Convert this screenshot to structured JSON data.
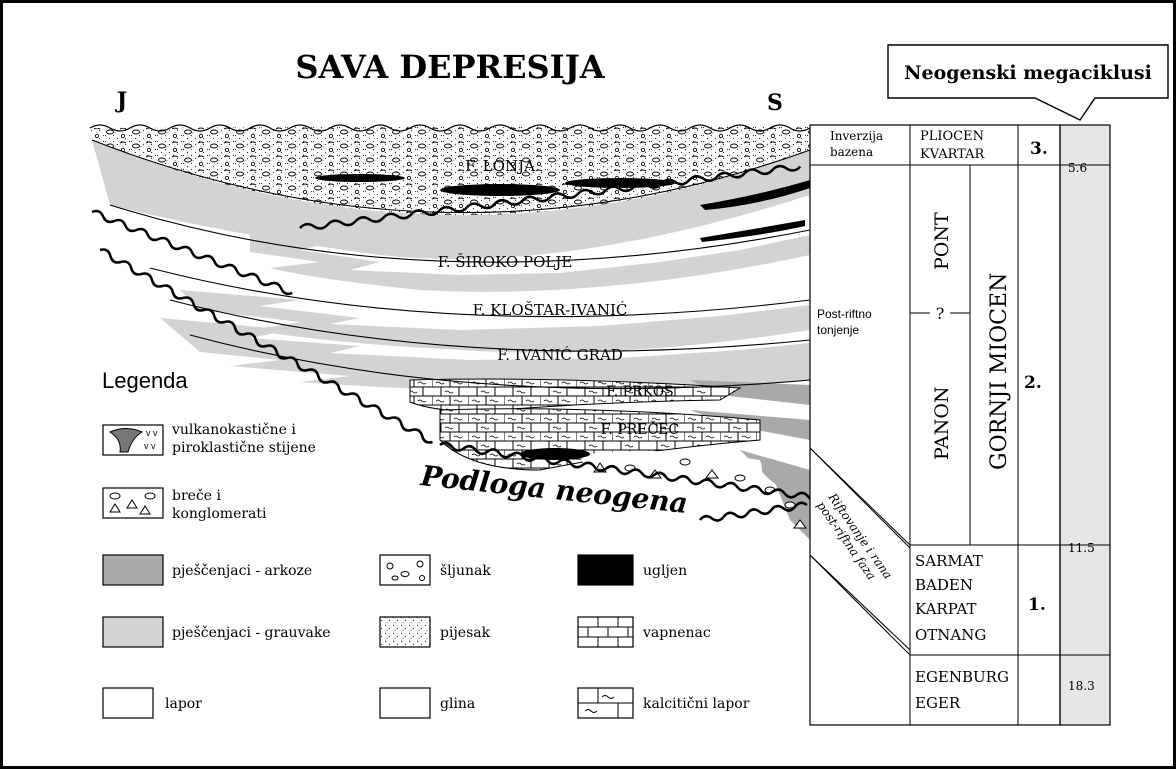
{
  "title": "SAVA DEPRESIJA",
  "direction_left": "J",
  "direction_right": "S",
  "megacycles_header": "Neogenski megaciklusi",
  "formations": {
    "lonja": "F. LONJA",
    "siroko_polje": "F. ŠIROKO POLJE",
    "klostar_ivanic": "F. KLOŠTAR-IVANIĆ",
    "ivanic_grad": "F. IVANIĆ GRAD",
    "prkos": "F. PRKOS",
    "precec": "F. PREČEC"
  },
  "basement_label": "Podloga neogena",
  "legend": {
    "title": "Legenda",
    "volcanic": [
      "vulkanokastične i",
      "piroklastične stijene"
    ],
    "breccia": [
      "breče i",
      "konglomerati"
    ],
    "arkose": "pješčenjaci - arkoze",
    "greywacke": "pješčenjaci - grauvake",
    "marl": "lapor",
    "gravel": "šljunak",
    "sand": "pijesak",
    "clay": "glina",
    "coal": "ugljen",
    "limestone": "vapnenac",
    "calcitic_marl": "kalcitični lapor"
  },
  "column": {
    "phase_inversion": [
      "Inverzija",
      "bazena"
    ],
    "phase_postrift": [
      "Post-riftno",
      "tonjenje"
    ],
    "phase_rift": [
      "Riftovanje i rana",
      "post-riftna faza"
    ],
    "epoch_pliocene": [
      "PLIOCEN",
      "KVARTAR"
    ],
    "stage_pont": "PONT",
    "stage_question": "?",
    "stage_panon": "PANON",
    "epoch_upper_miocene": "GORNJI MIOCEN",
    "stages_lower": [
      "SARMAT",
      "BADEN",
      "KARPAT",
      "OTNANG"
    ],
    "stages_lowest": [
      "EGENBURG",
      "EGER"
    ],
    "cycle_3": "3.",
    "cycle_2": "2.",
    "cycle_1": "1.",
    "ages": [
      "5.6",
      "11.5",
      "18.3"
    ]
  },
  "colors": {
    "greywacke": "#d3d3d3",
    "arkose": "#a9a9a9",
    "coal": "#000000",
    "age_column": "#e6e6e6"
  }
}
